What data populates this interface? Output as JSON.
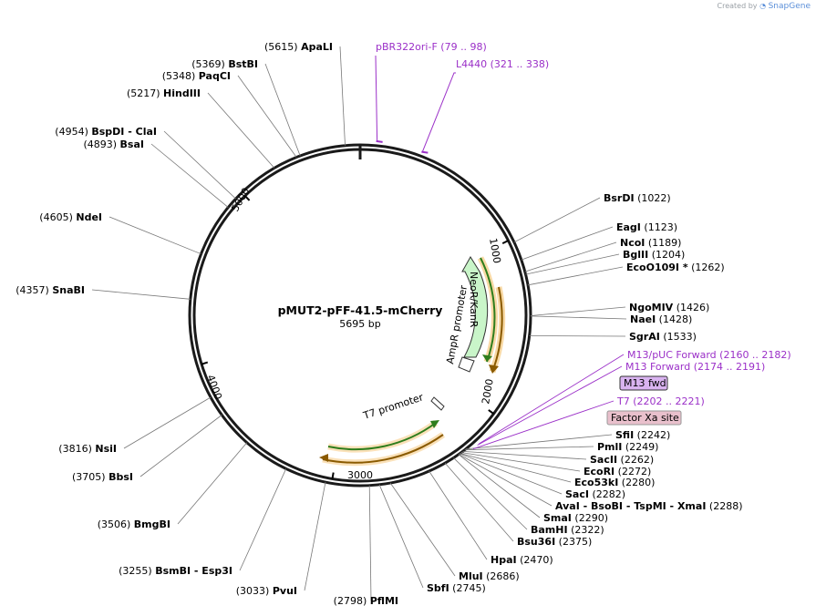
{
  "watermark": {
    "created_by": "Created by",
    "brand": "SnapGene"
  },
  "plasmid": {
    "name": "pMUT2-pFF-41.5-mCherry",
    "size": "5695 bp",
    "length": 5695
  },
  "ticks": [
    {
      "label": "1000",
      "bp": 1000
    },
    {
      "label": "2000",
      "bp": 2000
    },
    {
      "label": "3000",
      "bp": 3000
    },
    {
      "label": "4000",
      "bp": 4000
    },
    {
      "label": "5000",
      "bp": 5000
    }
  ],
  "features": [
    {
      "label": "NeoR/KanR",
      "color": "#c9f5c9"
    },
    {
      "label": "AmpR promoter",
      "color": "#ffffff"
    },
    {
      "label": "T7 promoter",
      "color": "#ffffff"
    }
  ],
  "enzymes_left": [
    {
      "pos": "(5615)",
      "name": "ApaLI",
      "bp": 5615
    },
    {
      "pos": "(5369)",
      "name": "BstBI",
      "bp": 5369
    },
    {
      "pos": "(5348)",
      "name": "PaqCI",
      "bp": 5348
    },
    {
      "pos": "(5217)",
      "name": "HindIII",
      "bp": 5217
    },
    {
      "pos": "(4954)",
      "name": "BspDI",
      "extra": "- ClaI",
      "bp": 4954
    },
    {
      "pos": "(4893)",
      "name": "BsaI",
      "bp": 4893
    },
    {
      "pos": "(4605)",
      "name": "NdeI",
      "bp": 4605
    },
    {
      "pos": "(4357)",
      "name": "SnaBI",
      "bp": 4357
    },
    {
      "pos": "(3816)",
      "name": "NsiI",
      "bp": 3816
    },
    {
      "pos": "(3705)",
      "name": "BbsI",
      "bp": 3705
    },
    {
      "pos": "(3506)",
      "name": "BmgBI",
      "bp": 3506
    },
    {
      "pos": "(3255)",
      "name": "BsmBI",
      "extra": "- Esp3I",
      "bp": 3255
    },
    {
      "pos": "(3033)",
      "name": "PvuI",
      "bp": 3033
    },
    {
      "pos": "(2798)",
      "name": "PflMI",
      "bp": 2798
    }
  ],
  "enzymes_right": [
    {
      "name": "BsrDI",
      "pos": "(1022)",
      "bp": 1022
    },
    {
      "name": "EagI",
      "pos": "(1123)",
      "bp": 1123
    },
    {
      "name": "NcoI",
      "pos": "(1189)",
      "bp": 1189
    },
    {
      "name": "BglII",
      "pos": "(1204)",
      "bp": 1204
    },
    {
      "name": "EcoO109I *",
      "pos": "(1262)",
      "bp": 1262
    },
    {
      "name": "NgoMIV",
      "pos": "(1426)",
      "bp": 1426
    },
    {
      "name": "NaeI",
      "pos": "(1428)",
      "bp": 1428
    },
    {
      "name": "SgrAI",
      "pos": "(1533)",
      "bp": 1533
    },
    {
      "name": "SfiI",
      "pos": "(2242)",
      "bp": 2242
    },
    {
      "name": "PmlI",
      "pos": "(2249)",
      "bp": 2249
    },
    {
      "name": "SacII",
      "pos": "(2262)",
      "bp": 2262
    },
    {
      "name": "EcoRI",
      "pos": "(2272)",
      "bp": 2272
    },
    {
      "name": "Eco53kI",
      "pos": "(2280)",
      "bp": 2280
    },
    {
      "name": "SacI",
      "pos": "(2282)",
      "bp": 2282
    },
    {
      "name": "AvaI",
      "extra": "- BsoBI   - TspMI   - XmaI",
      "pos": "(2288)",
      "bp": 2288
    },
    {
      "name": "SmaI",
      "pos": "(2290)",
      "bp": 2290
    },
    {
      "name": "BamHI",
      "pos": "(2322)",
      "bp": 2322
    },
    {
      "name": "Bsu36I",
      "pos": "(2375)",
      "bp": 2375
    },
    {
      "name": "HpaI",
      "pos": "(2470)",
      "bp": 2470
    },
    {
      "name": "MluI",
      "pos": "(2686)",
      "bp": 2686
    },
    {
      "name": "SbfI",
      "pos": "(2745)",
      "bp": 2745
    }
  ],
  "primers": [
    {
      "name": "pBR322ori-F",
      "range": "(79 .. 98)",
      "bp": 88
    },
    {
      "name": "L4440",
      "range": "(321 .. 338)",
      "bp": 330
    },
    {
      "name": "M13/pUC Forward",
      "range": "(2160 .. 2182)",
      "bp": 2171
    },
    {
      "name": "M13 Forward",
      "range": "(2174 .. 2191)",
      "bp": 2182
    },
    {
      "name": "T7",
      "range": "(2202 .. 2221)",
      "bp": 2212
    }
  ],
  "boxed": [
    {
      "label": "M13 fwd",
      "color": "#d9b3f0"
    },
    {
      "label": "Factor Xa site",
      "color": "#e9c0cc"
    }
  ]
}
